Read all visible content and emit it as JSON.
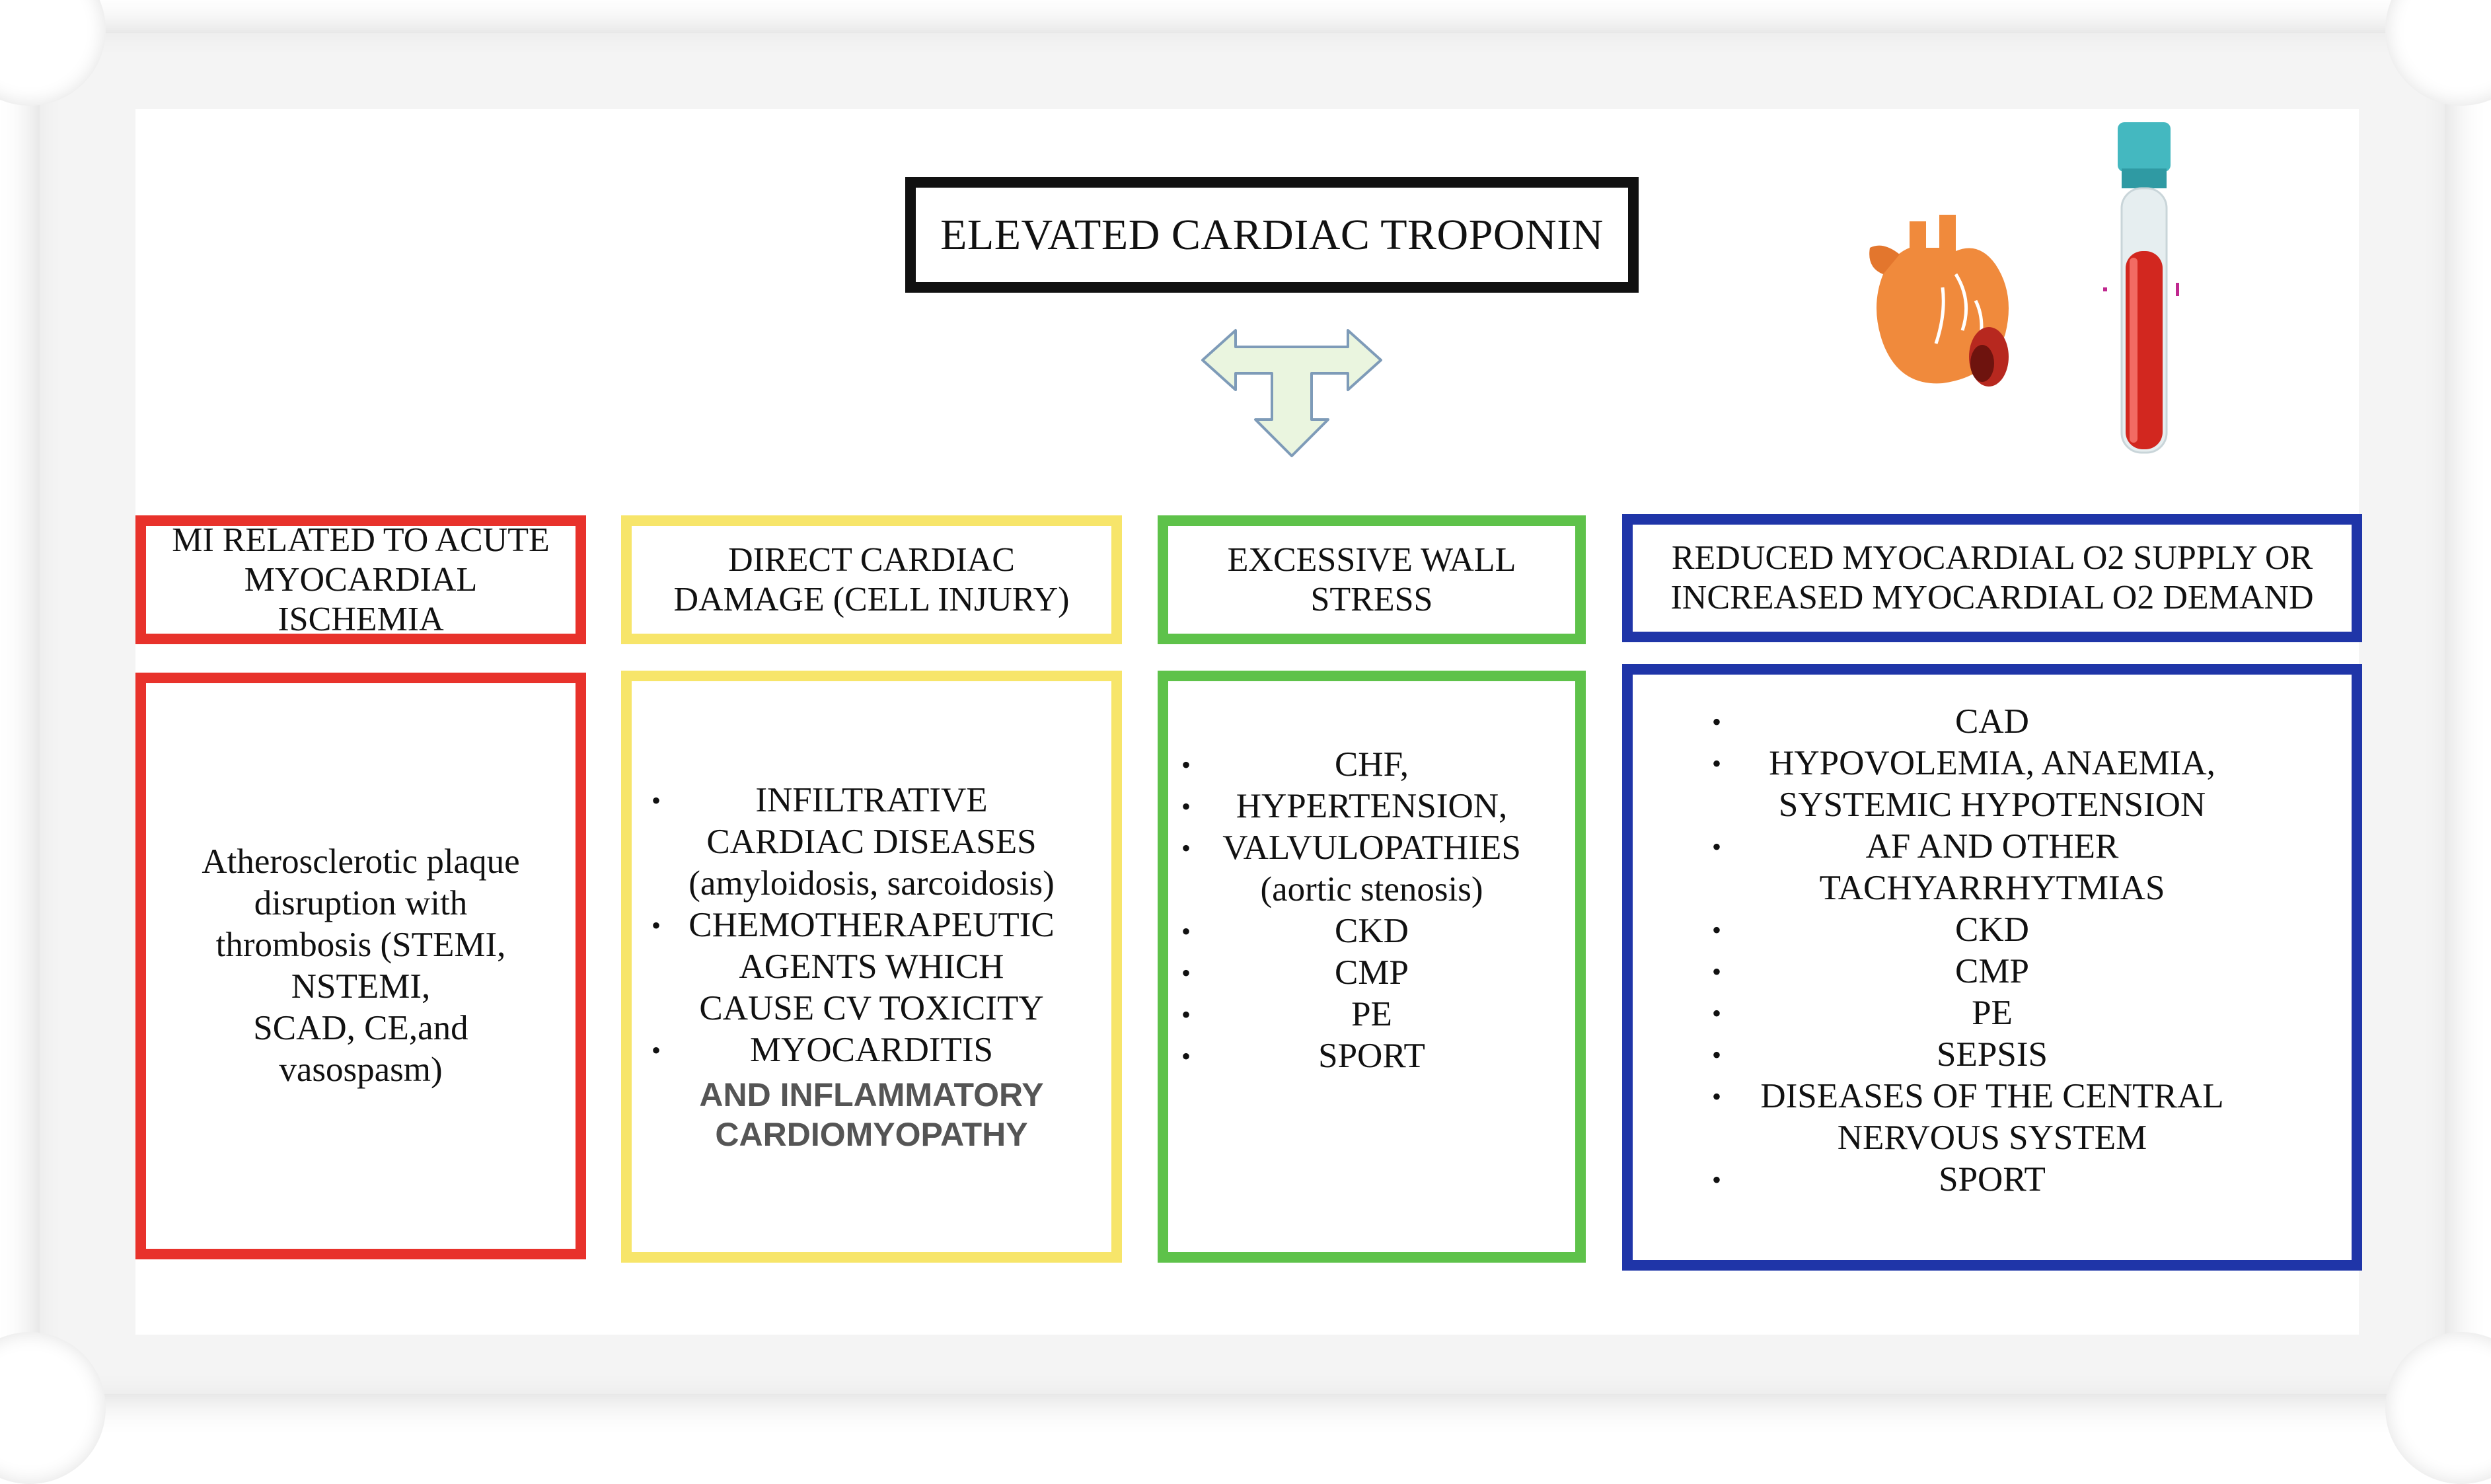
{
  "title": "ELEVATED CARDIAC TROPONIN",
  "colors": {
    "red": "#e8322b",
    "yellow": "#f7e56a",
    "green": "#5ec24a",
    "blue": "#1f35a8",
    "arrow_fill": "#eaf5df",
    "arrow_stroke": "#7e9bb8"
  },
  "icons": [
    "heart-icon",
    "blood-tube-icon",
    "t-arrow-icon"
  ],
  "columns": [
    {
      "header": [
        "MI RELATED TO ACUTE",
        "MYOCARDIAL ISCHEMIA"
      ],
      "body_lines": [
        "Atherosclerotic plaque",
        "disruption with",
        "thrombosis (STEMI,",
        "NSTEMI,",
        "SCAD, CE,and",
        "vasospasm)"
      ]
    },
    {
      "header": [
        "DIRECT CARDIAC",
        "DAMAGE (CELL INJURY)"
      ],
      "items": [
        [
          "INFILTRATIVE",
          "CARDIAC DISEASES",
          "(amyloidosis, sarcoidosis)"
        ],
        [
          "CHEMOTHERAPEUTIC",
          "AGENTS WHICH",
          "CAUSE CV TOXICITY"
        ],
        [
          "MYOCARDITIS"
        ]
      ],
      "extra_lines": [
        "AND INFLAMMATORY",
        "CARDIOMYOPATHY"
      ]
    },
    {
      "header": [
        "EXCESSIVE WALL",
        "STRESS"
      ],
      "items": [
        [
          "CHF,"
        ],
        [
          "HYPERTENSION,"
        ],
        [
          "VALVULOPATHIES",
          "(aortic stenosis)"
        ],
        [
          "CKD"
        ],
        [
          "CMP"
        ],
        [
          "PE"
        ],
        [
          "SPORT"
        ]
      ]
    },
    {
      "header": [
        "REDUCED MYOCARDIAL O2 SUPPLY OR",
        "INCREASED MYOCARDIAL O2 DEMAND"
      ],
      "items": [
        [
          "CAD"
        ],
        [
          "HYPOVOLEMIA, ANAEMIA,",
          "SYSTEMIC HYPOTENSION"
        ],
        [
          "AF AND OTHER",
          "TACHYARRHYTMIAS"
        ],
        [
          "CKD"
        ],
        [
          "CMP"
        ],
        [
          "PE"
        ],
        [
          "SEPSIS"
        ],
        [
          "DISEASES OF THE CENTRAL",
          "NERVOUS SYSTEM"
        ],
        [
          "SPORT"
        ]
      ]
    }
  ]
}
